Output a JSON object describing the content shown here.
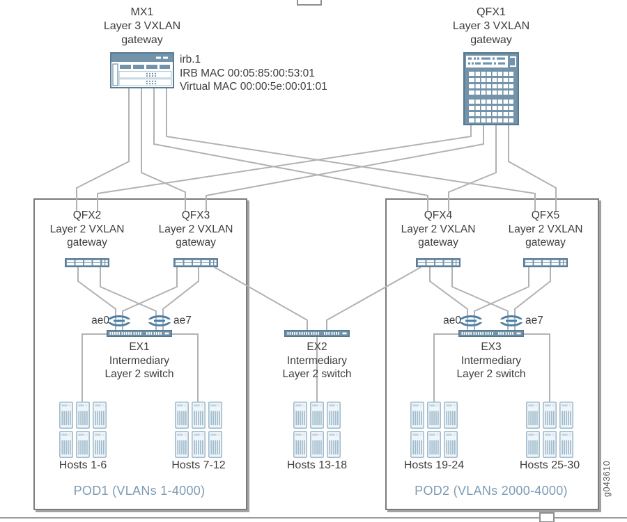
{
  "page": {
    "watermark": "g043610"
  },
  "mx1": {
    "title": "MX1",
    "line2": "Layer 3 VXLAN",
    "line3": "gateway"
  },
  "qfx1": {
    "title": "QFX1",
    "line2": "Layer 3 VXLAN",
    "line3": "gateway"
  },
  "irb": {
    "line1": "irb.1",
    "line2": "IRB MAC 00:05:85:00:53:01",
    "line3": "Virtual MAC 00:00:5e:00:01:01"
  },
  "qfx2": {
    "title": "QFX2",
    "line2": "Layer 2 VXLAN",
    "line3": "gateway"
  },
  "qfx3": {
    "title": "QFX3",
    "line2": "Layer 2 VXLAN",
    "line3": "gateway"
  },
  "qfx4": {
    "title": "QFX4",
    "line2": "Layer 2 VXLAN",
    "line3": "gateway"
  },
  "qfx5": {
    "title": "QFX5",
    "line2": "Layer 2 VXLAN",
    "line3": "gateway"
  },
  "ex1": {
    "title": "EX1",
    "line2": "Intermediary",
    "line3": "Layer 2 switch"
  },
  "ex2": {
    "title": "EX2",
    "line2": "Intermediary",
    "line3": "Layer 2 switch"
  },
  "ex3": {
    "title": "EX3",
    "line2": "Intermediary",
    "line3": "Layer 2 switch"
  },
  "lags": {
    "pod1_ae0": "ae0",
    "pod1_ae7": "ae7",
    "pod2_ae0": "ae0",
    "pod2_ae7": "ae7"
  },
  "hosts": {
    "group1": "Hosts 1-6",
    "group2": "Hosts 7-12",
    "group3": "Hosts 13-18",
    "group4": "Hosts 19-24",
    "group5": "Hosts 25-30"
  },
  "pods": {
    "pod1": "POD1 (VLANs 1-4000)",
    "pod2": "POD2 (VLANs 2000-4000)"
  },
  "icons": {
    "mx_router": "router-chassis",
    "qfx_chassis": "modular-switch-chassis",
    "leaf_switch": "1u-switch",
    "ex_switch": "1u-port-switch",
    "lag": "link-aggregation-oval",
    "host": "server-tower"
  },
  "colors": {
    "steel": "#7293aa",
    "steel_dark": "#56788f",
    "lag_blue": "#4e80a6",
    "line_gray": "#b2b2b5",
    "pod_border": "#7b7b7b",
    "pod_label_blue": "#7e9bb3",
    "host_outline": "#a2bccd",
    "text": "#3e3e3e"
  }
}
